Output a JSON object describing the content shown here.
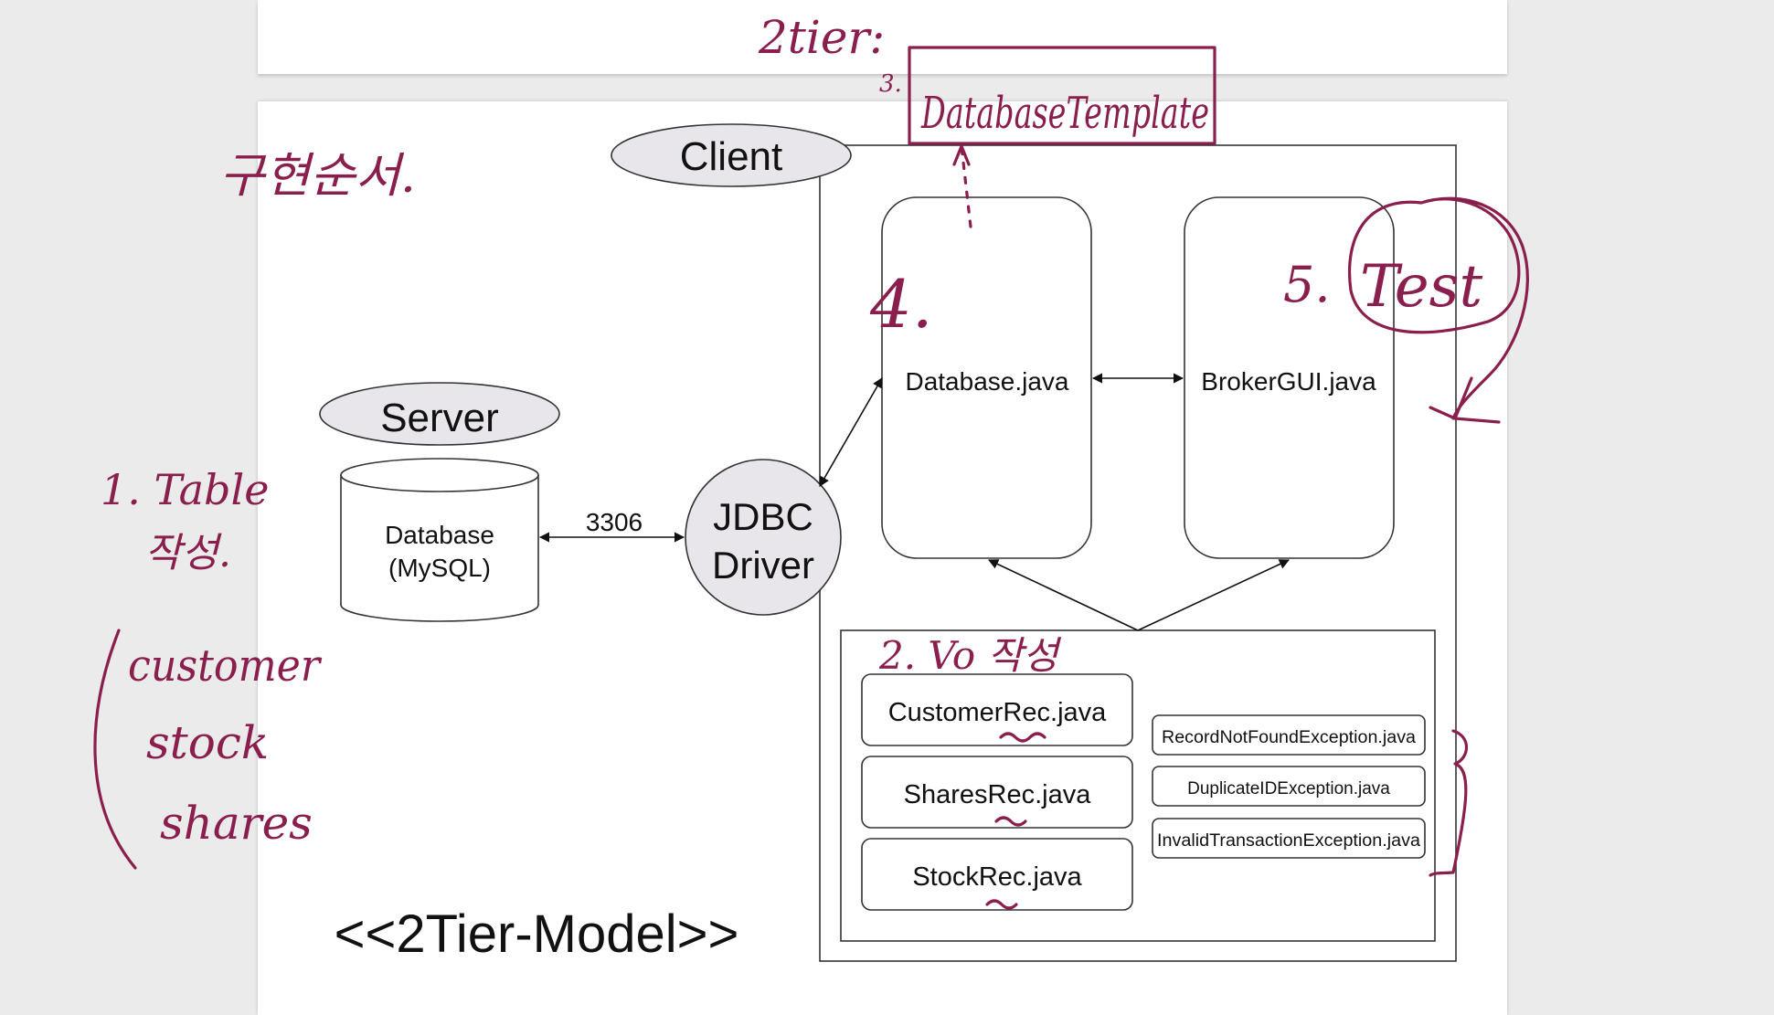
{
  "diagram": {
    "client_label": "Client",
    "server_label": "Server",
    "database_line1": "Database",
    "database_line2": "(MySQL)",
    "port_label": "3306",
    "jdbc_line1": "JDBC",
    "jdbc_line2": "Driver",
    "database_java": "Database.java",
    "broker_gui_java": "BrokerGUI.java",
    "vo_files": [
      "CustomerRec.java",
      "SharesRec.java",
      "StockRec.java"
    ],
    "exception_files": [
      "RecordNotFoundException.java",
      "DuplicateIDException.java",
      "InvalidTransactionException.java"
    ],
    "model_title": "<<2Tier-Model>>"
  },
  "annotations": {
    "two_tier": "2tier:",
    "step3": "3.",
    "database_template": "DatabaseTemplate",
    "order_note": "구현순서.",
    "step1_a": "1. Table",
    "step1_b": "작성.",
    "tables": [
      "customer",
      "stock",
      "shares"
    ],
    "step2": "2. Vo 작성",
    "step4": "4.",
    "step5": "5.",
    "test": "Test"
  },
  "colors": {
    "ink": "#8a1f4e",
    "ellipse_fill": "#e8e6ea",
    "line": "#222222"
  }
}
